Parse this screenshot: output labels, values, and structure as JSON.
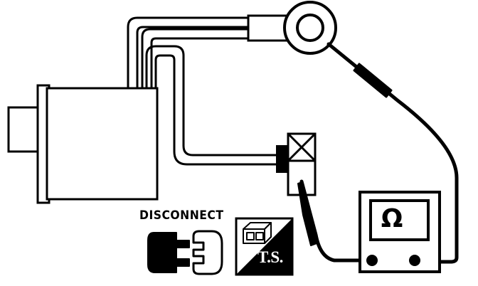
{
  "diagram": {
    "title": "Wiper motor circuit continuity test with ohmmeter",
    "ink_color": "#000000",
    "background_color": "#ffffff",
    "labels": {
      "disconnect": "DISCONNECT",
      "test_setup_badge": "T.S.",
      "meter_display": "Ω"
    },
    "components": [
      {
        "name": "motor-assembly",
        "label": ""
      },
      {
        "name": "wire-harness",
        "label": ""
      },
      {
        "name": "ring-terminal",
        "label": ""
      },
      {
        "name": "connector-block",
        "label": ""
      },
      {
        "name": "ohmmeter",
        "label": "Ω"
      },
      {
        "name": "test-probe-left",
        "label": ""
      },
      {
        "name": "test-probe-right",
        "label": ""
      },
      {
        "name": "disconnect-symbol",
        "label": "DISCONNECT"
      },
      {
        "name": "test-setup-symbol",
        "label": "T.S."
      }
    ]
  }
}
